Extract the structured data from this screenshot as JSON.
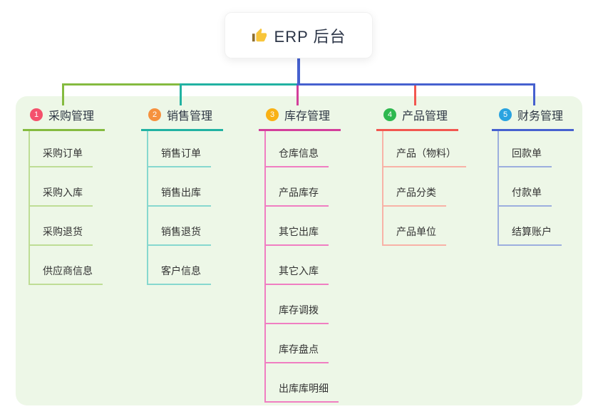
{
  "root": {
    "icon": "thumbs-up",
    "title": "ERP 后台"
  },
  "branches": [
    {
      "num": "1",
      "label": "采购管理",
      "badge_color": "#f4516c",
      "line_color": "#85bb40",
      "child_line_color": "#bedd95",
      "children": [
        "采购订单",
        "采购入库",
        "采购退货",
        "供应商信息"
      ]
    },
    {
      "num": "2",
      "label": "销售管理",
      "badge_color": "#f6913e",
      "line_color": "#22b2a2",
      "child_line_color": "#86d8cf",
      "children": [
        "销售订单",
        "销售出库",
        "销售退货",
        "客户信息"
      ]
    },
    {
      "num": "3",
      "label": "库存管理",
      "badge_color": "#f9b115",
      "line_color": "#d33f9b",
      "child_line_color": "#f07ec2",
      "children": [
        "仓库信息",
        "产品库存",
        "其它出库",
        "其它入库",
        "库存调拨",
        "库存盘点",
        "出库库明细"
      ]
    },
    {
      "num": "4",
      "label": "产品管理",
      "badge_color": "#2eb84f",
      "line_color": "#f25750",
      "child_line_color": "#f8b2a7",
      "children": [
        "产品（物料）",
        "产品分类",
        "产品单位"
      ]
    },
    {
      "num": "5",
      "label": "财务管理",
      "badge_color": "#29a3e0",
      "line_color": "#4661cf",
      "child_line_color": "#9caede",
      "children": [
        "回款单",
        "付款单",
        "结算账户"
      ]
    }
  ],
  "colors": {
    "canvas_bg": "#ffffff",
    "panel_bg": "#edf7e7",
    "root_card_bg": "#ffffff",
    "root_text": "#2c3547",
    "root_connector": "#4661cf",
    "header_text": "#2e3744",
    "child_text": "#333333"
  }
}
